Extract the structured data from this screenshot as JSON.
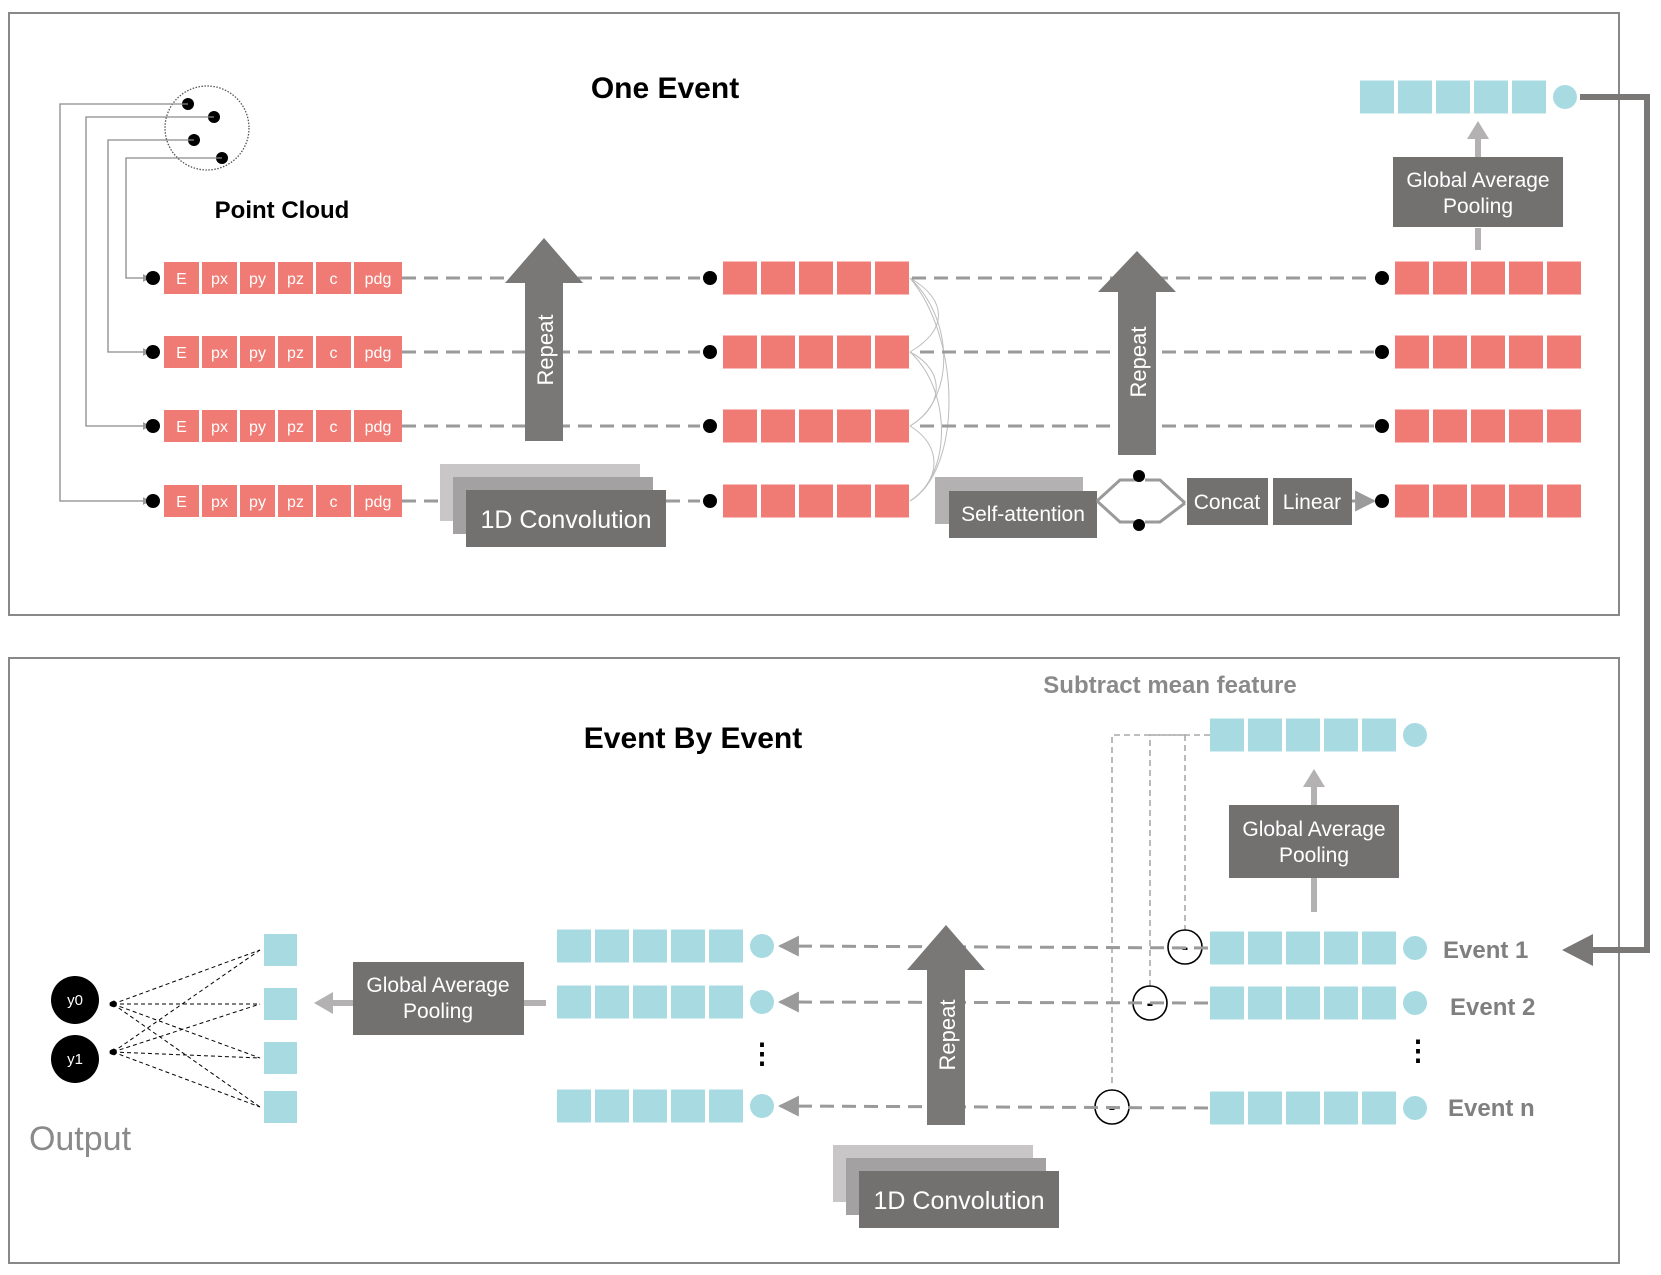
{
  "colors": {
    "feature_red": "#f07b74",
    "feature_teal": "#a8dbe1",
    "block_gray": "#737070",
    "arrow_gray": "#7a7777",
    "light_gray": "#b3b1b1",
    "frame": "#888888"
  },
  "top_panel": {
    "title": "One Event",
    "point_cloud_label": "Point Cloud",
    "feature_labels": [
      "E",
      "px",
      "py",
      "pz",
      "c",
      "pdg"
    ],
    "conv_label": "1D Convolution",
    "repeat_label_1": "Repeat",
    "repeat_label_2": "Repeat",
    "self_attention_label": "Self-attention",
    "concat_label": "Concat",
    "linear_label": "Linear",
    "gap_label_line1": "Global Average",
    "gap_label_line2": "Pooling"
  },
  "bottom_panel": {
    "title": "Event By Event",
    "subtract_label": "Subtract mean feature",
    "gap_right_line1": "Global Average",
    "gap_right_line2": "Pooling",
    "gap_left_line1": "Global Average",
    "gap_left_line2": "Pooling",
    "repeat_label": "Repeat",
    "conv_label": "1D Convolution",
    "events": [
      "Event 1",
      "Event 2",
      "Event n"
    ],
    "ellipsis": "⋮",
    "minus_symbol": "-",
    "outputs": [
      "y0",
      "y1"
    ],
    "output_label": "Output"
  }
}
